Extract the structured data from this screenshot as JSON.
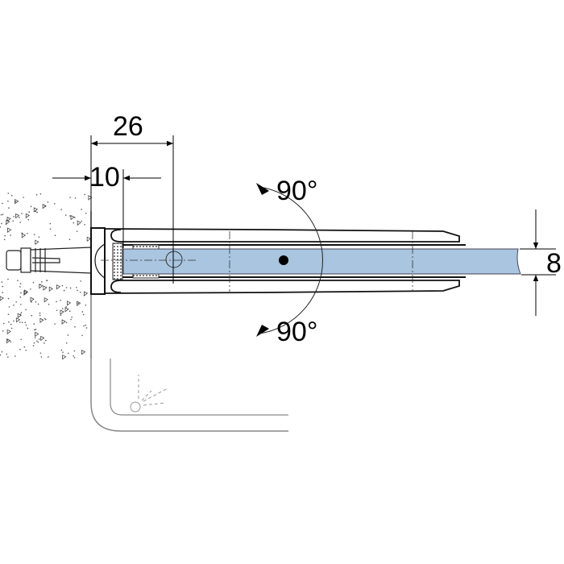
{
  "dimensions": {
    "overall_depth": "26",
    "wall_offset": "10",
    "rotation_up": "90°",
    "rotation_down": "90°",
    "glass_thickness": "8"
  },
  "colors": {
    "glass": "#a9c5df",
    "line": "#111111",
    "concrete_dots": "#444444"
  }
}
